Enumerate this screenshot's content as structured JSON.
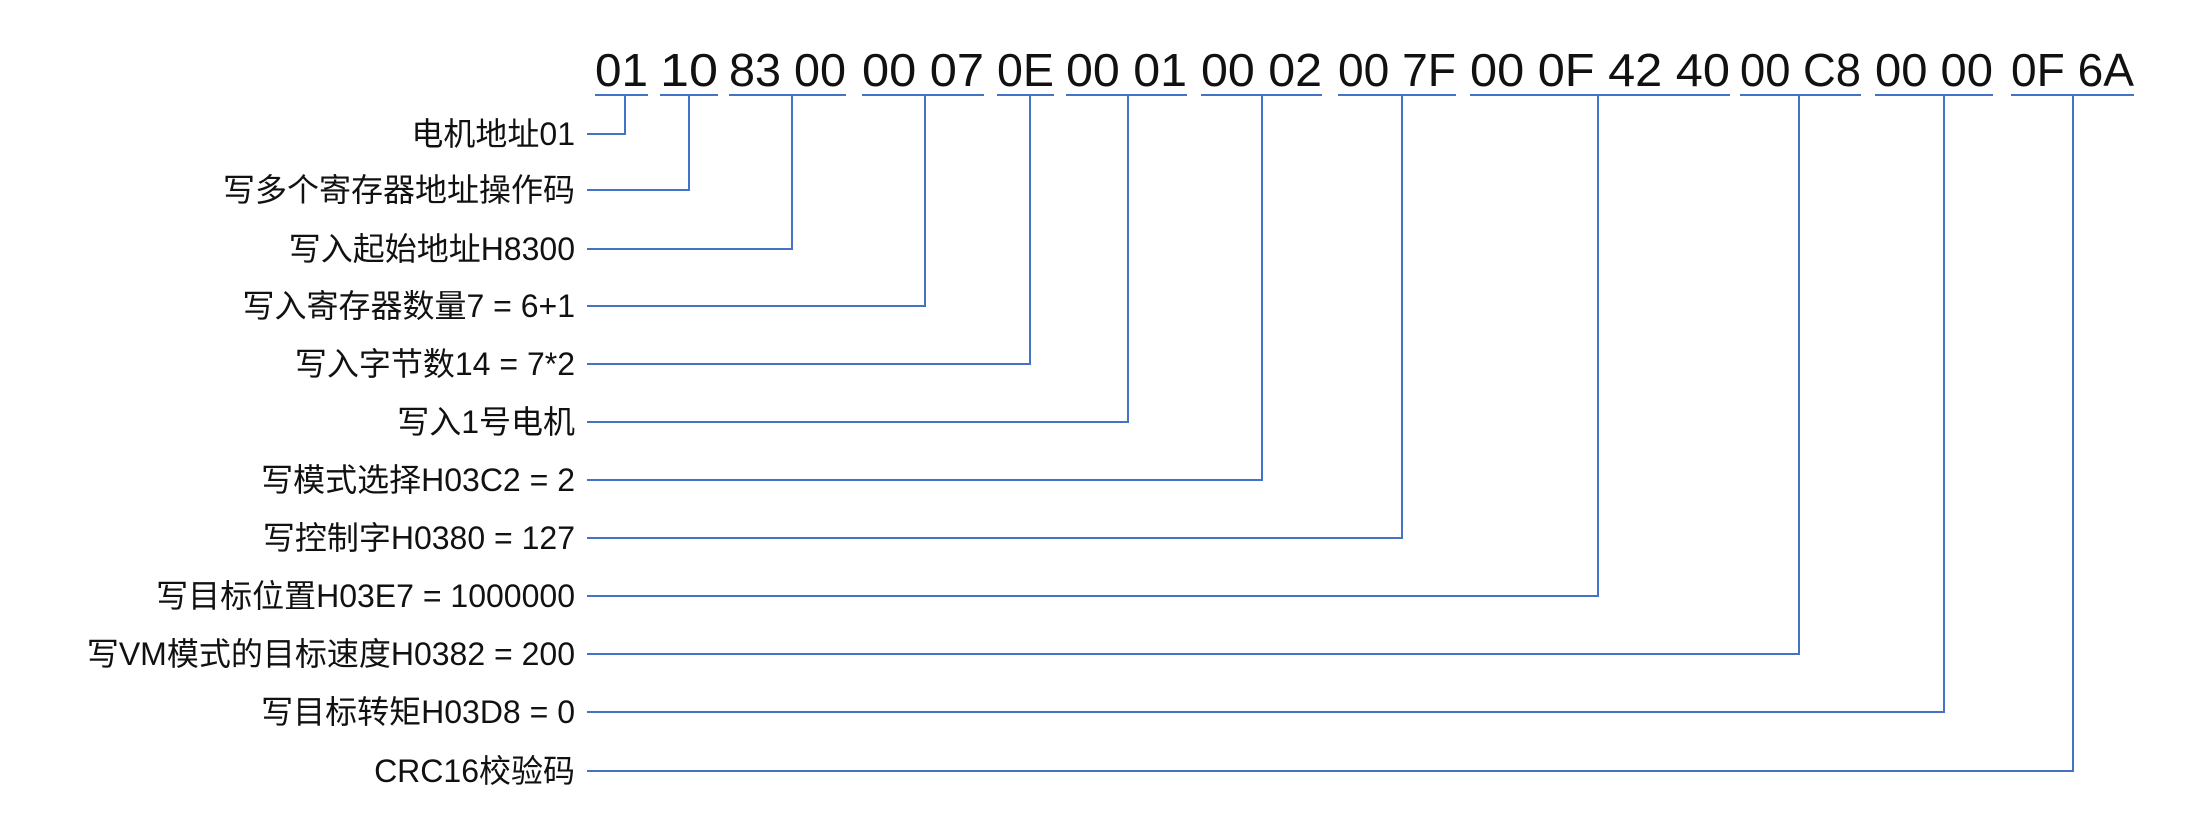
{
  "accent_color": "#4472C4",
  "text_color": "#111111",
  "hex_groups": [
    "01",
    "10",
    "83 00",
    "00 07",
    "0E",
    "00 01",
    "00 02",
    "00 7F",
    "00 0F 42 40",
    "00 C8",
    "00 00",
    "0F 6A"
  ],
  "labels": [
    "电机地址01",
    "写多个寄存器地址操作码",
    "写入起始地址H8300",
    "写入寄存器数量7 = 6+1",
    "写入字节数14 = 7*2",
    "写入1号电机",
    "写模式选择H03C2 = 2",
    "写控制字H0380 = 127",
    "写目标位置H03E7 = 1000000",
    "写VM模式的目标速度H0382 = 200",
    "写目标转矩H03D8 = 0",
    "CRC16校验码"
  ]
}
